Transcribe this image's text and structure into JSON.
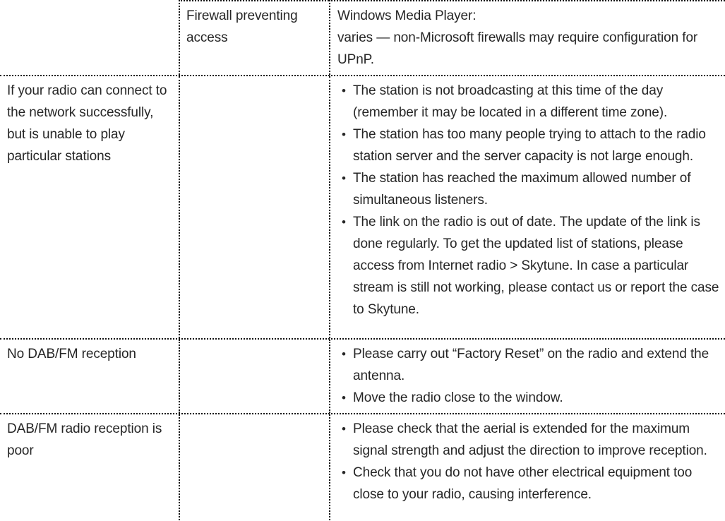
{
  "table": {
    "columns": [
      "problem",
      "cause",
      "remedy"
    ],
    "border_color": "#111111",
    "text_color": "#262626",
    "rows": [
      {
        "problem": "",
        "cause": "Firewall preventing access",
        "remedy_heading": "Windows Media Player:",
        "remedy_text": "varies — non-Microsoft firewalls may require configuration for UPnP."
      },
      {
        "problem": "If your radio can connect to the network successfully, but is unable to play particular stations",
        "cause": "",
        "bullets": [
          "The station is not broadcasting at this time of the day (remember it may be located in a different time zone).",
          "The station has too many people trying to attach to the radio station server and the server capacity is not large enough.",
          "The station has reached the maximum allowed number of simultaneous listeners.",
          "The link on the radio is out of date. The update of the link is done regularly. To get the updated list of stations, please access from Internet radio > Skytune. In case a particular stream is still not working, please contact us or report the case to Skytune."
        ]
      },
      {
        "problem": "No DAB/FM reception",
        "cause": "",
        "bullets": [
          "Please carry out “Factory Reset” on the radio and extend the antenna.",
          "Move the radio close to the window."
        ]
      },
      {
        "problem": "DAB/FM radio reception is poor",
        "cause": "",
        "bullets": [
          "Please check that the aerial is extended for the maximum signal strength and adjust the direction to improve reception.",
          "Check that you do not have other electrical equipment too close to your radio, causing interference."
        ]
      }
    ]
  }
}
